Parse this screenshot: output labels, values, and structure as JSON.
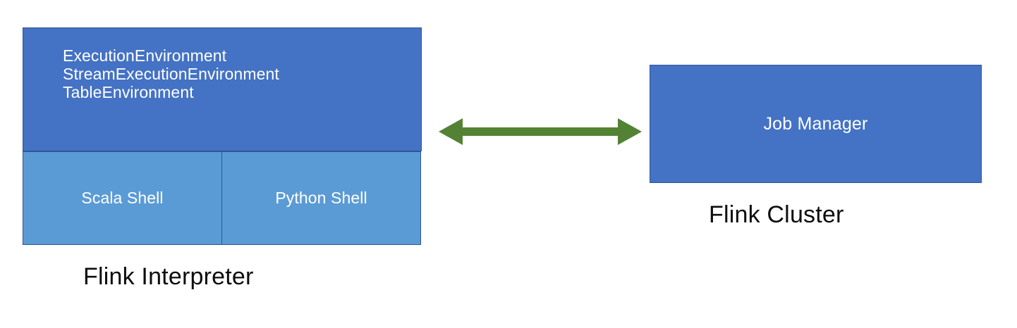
{
  "diagram": {
    "title": "Flink Interpreter and Flink Cluster",
    "colors": {
      "box_dark_blue": "#4472C4",
      "box_light_blue": "#5B9BD5",
      "box_border": "#2F5597",
      "arrow_green": "#548235",
      "box_text": "#FFFFFF",
      "caption_text": "#0D0D0D",
      "background": "#FFFFFF"
    },
    "interpreter": {
      "caption": "Flink Interpreter",
      "environment_box": {
        "lines": [
          "ExecutionEnvironment",
          "StreamExecutionEnvironment",
          "TableEnvironment"
        ]
      },
      "shells": [
        {
          "label": "Scala Shell"
        },
        {
          "label": "Python Shell"
        }
      ]
    },
    "connector": {
      "kind": "double-headed-arrow",
      "direction": "bidirectional",
      "color": "#548235"
    },
    "cluster": {
      "caption": "Flink Cluster",
      "box_label": "Job Manager"
    }
  }
}
